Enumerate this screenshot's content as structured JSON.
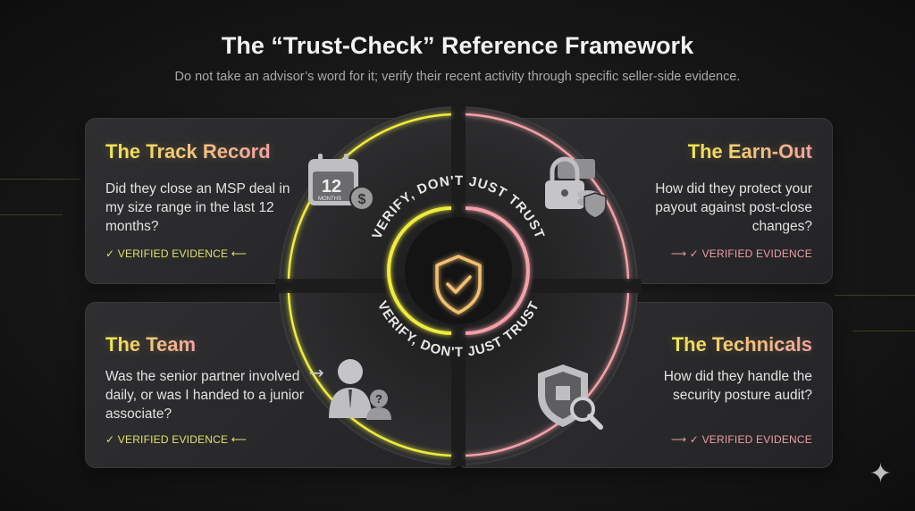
{
  "header": {
    "title": "The “Trust-Check” Reference Framework",
    "subtitle": "Do not take an advisor’s word for it; verify their recent activity through specific seller-side evidence."
  },
  "cards": [
    {
      "title": "The Track Record",
      "question": "Did they close an MSP deal in my size range in the last 12 months?",
      "evidence": "✓  VERIFIED EVIDENCE  ⟵",
      "icon": "calendar-dollar-icon",
      "icon_text": "12",
      "icon_sub": "MONTHS"
    },
    {
      "title": "The Earn-Out",
      "question": "How did they protect your payout against post-close changes?",
      "evidence": "⟶  ✓  VERIFIED EVIDENCE",
      "icon": "lock-money-shield-icon"
    },
    {
      "title": "The Team",
      "question": "Was the senior partner involved daily, or was I handed to a junior associate?",
      "evidence": "✓  VERIFIED EVIDENCE  ⟵",
      "icon": "person-question-icon"
    },
    {
      "title": "The Technicals",
      "question": "How did they handle the security posture audit?",
      "evidence": "⟶  ✓  VERIFIED EVIDENCE",
      "icon": "shield-circuit-magnifier-icon"
    }
  ],
  "center": {
    "motto": "VERIFY, DON'T JUST TRUST",
    "icon": "shield-check-icon"
  },
  "colors": {
    "yellow": "#f0ec3c",
    "pink": "#f4a0a8",
    "bg": "#161617"
  }
}
